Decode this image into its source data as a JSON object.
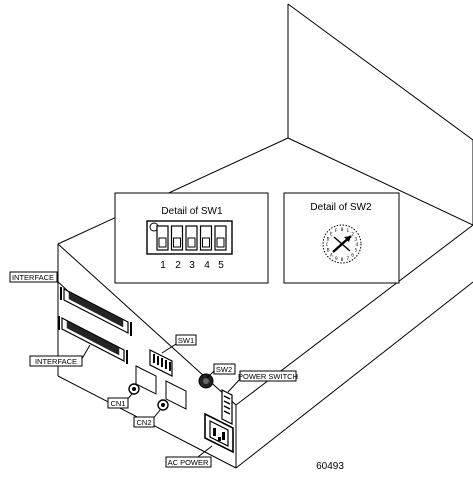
{
  "detail_sw1": {
    "title": "Detail of SW1",
    "switch_numbers": [
      "1",
      "2",
      "3",
      "4",
      "5"
    ]
  },
  "detail_sw2": {
    "title": "Detail of SW2",
    "dial_digits": [
      "0",
      "1",
      "2",
      "3",
      "4",
      "5",
      "6",
      "7",
      "8",
      "9",
      "A",
      "B",
      "C",
      "D",
      "E",
      "F"
    ]
  },
  "labels": {
    "interface_top": "INTERFACE",
    "interface_bottom": "INTERFACE",
    "sw1": "SW1",
    "sw2": "SW2",
    "power_switch": "POWER SWITCH",
    "cn1": "CN1",
    "cn2": "CN2",
    "ac_power": "AC POWER"
  },
  "figure_id": "60493"
}
